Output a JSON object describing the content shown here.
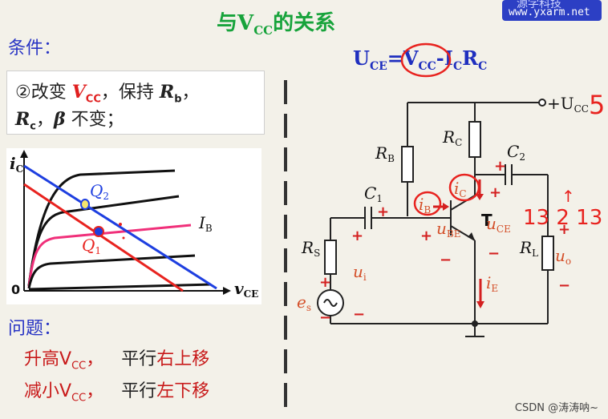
{
  "title": {
    "prefix": "与V",
    "sub": "CC",
    "suffix": "的关系"
  },
  "logo": {
    "brand": "源学科技",
    "url": "www.yxarm.net"
  },
  "condition": {
    "label": "条件：",
    "line1": {
      "pre": "②改变 ",
      "vcc_v": "V",
      "vcc_sub": "CC",
      "mid": "，保持 ",
      "rb_r": "R",
      "rb_sub": "b",
      "end": "，"
    },
    "line2": {
      "rc_r": "R",
      "rc_sub": "c",
      "mid": "，",
      "beta": "β",
      "end": " 不变；"
    }
  },
  "formula": {
    "u": "U",
    "u_sub": "CE",
    "eq": "=",
    "v": "V",
    "v_sub": "CC",
    "minus": "-",
    "i": "I",
    "i_sub": "C",
    "r": "R",
    "r_sub": "C"
  },
  "graph": {
    "y_axis": "i",
    "y_axis_sub": "C",
    "x_axis": "v",
    "x_axis_sub": "CE",
    "origin": "0",
    "q1": "Q",
    "q1_sub": "1",
    "q2": "Q",
    "q2_sub": "2",
    "ib": "I",
    "ib_sub": "B",
    "colors": {
      "blue_line": "#1e3fe0",
      "red_line": "#e8231f",
      "ib_curve": "#f0307a",
      "curves": "#111111"
    }
  },
  "question": {
    "label": "问题：",
    "rows": [
      {
        "a": "升高V",
        "a_sub": "CC",
        "comma": "，",
        "b": "平行",
        "c": "右上移"
      },
      {
        "a": "减小V",
        "a_sub": "CC",
        "comma": "，",
        "b": "平行",
        "c": "左下移"
      }
    ]
  },
  "circuit": {
    "ucc": "+U",
    "ucc_sub": "CC",
    "rb": "R",
    "rb_sub": "B",
    "rc": "R",
    "rc_sub": "C",
    "c1": "C",
    "c1_sub": "1",
    "c2": "C",
    "c2_sub": "2",
    "ib": "i",
    "ib_sub": "B",
    "ic": "i",
    "ic_sub": "C",
    "t": "T",
    "uce": "u",
    "uce_sub": "CE",
    "ube": "u",
    "ube_sub": "BE",
    "rs": "R",
    "rs_sub": "S",
    "ui": "u",
    "ui_sub": "i",
    "es": "e",
    "es_sub": "s",
    "ie": "i",
    "ie_sub": "E",
    "rl": "R",
    "rl_sub": "L",
    "uo": "u",
    "uo_sub": "o",
    "plus": "+",
    "minus": "−",
    "hand_marks": {
      "five": "5",
      "arrow": "↑",
      "note": "13 2 13"
    }
  },
  "footer": "CSDN @涛涛呐~"
}
